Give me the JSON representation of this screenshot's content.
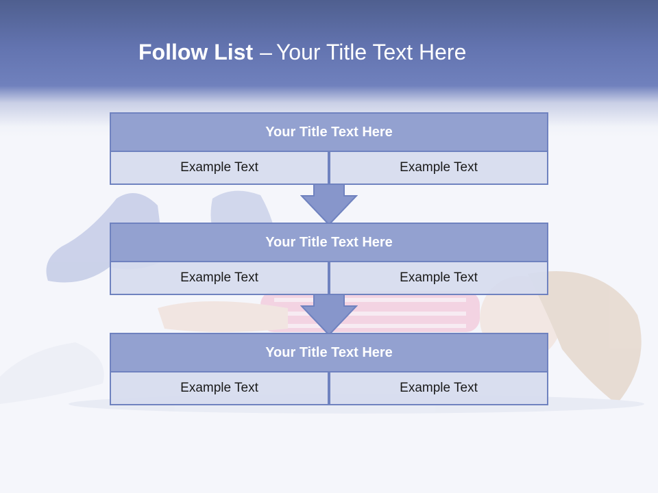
{
  "slide": {
    "title_bold": "Follow List",
    "title_dash": "–",
    "title_rest": "Your Title Text Here"
  },
  "blocks": [
    {
      "title": "Your Title Text Here",
      "left": "Example Text",
      "right": "Example Text"
    },
    {
      "title": "Your Title Text Here",
      "left": "Example Text",
      "right": "Example Text"
    },
    {
      "title": "Your Title Text Here",
      "left": "Example Text",
      "right": "Example Text"
    }
  ],
  "colors": {
    "header": "#6374b0",
    "block_title": "#93a1d0",
    "block_border": "#6f82bf",
    "cell": "#d6dbee",
    "arrow": "#8796cb"
  }
}
